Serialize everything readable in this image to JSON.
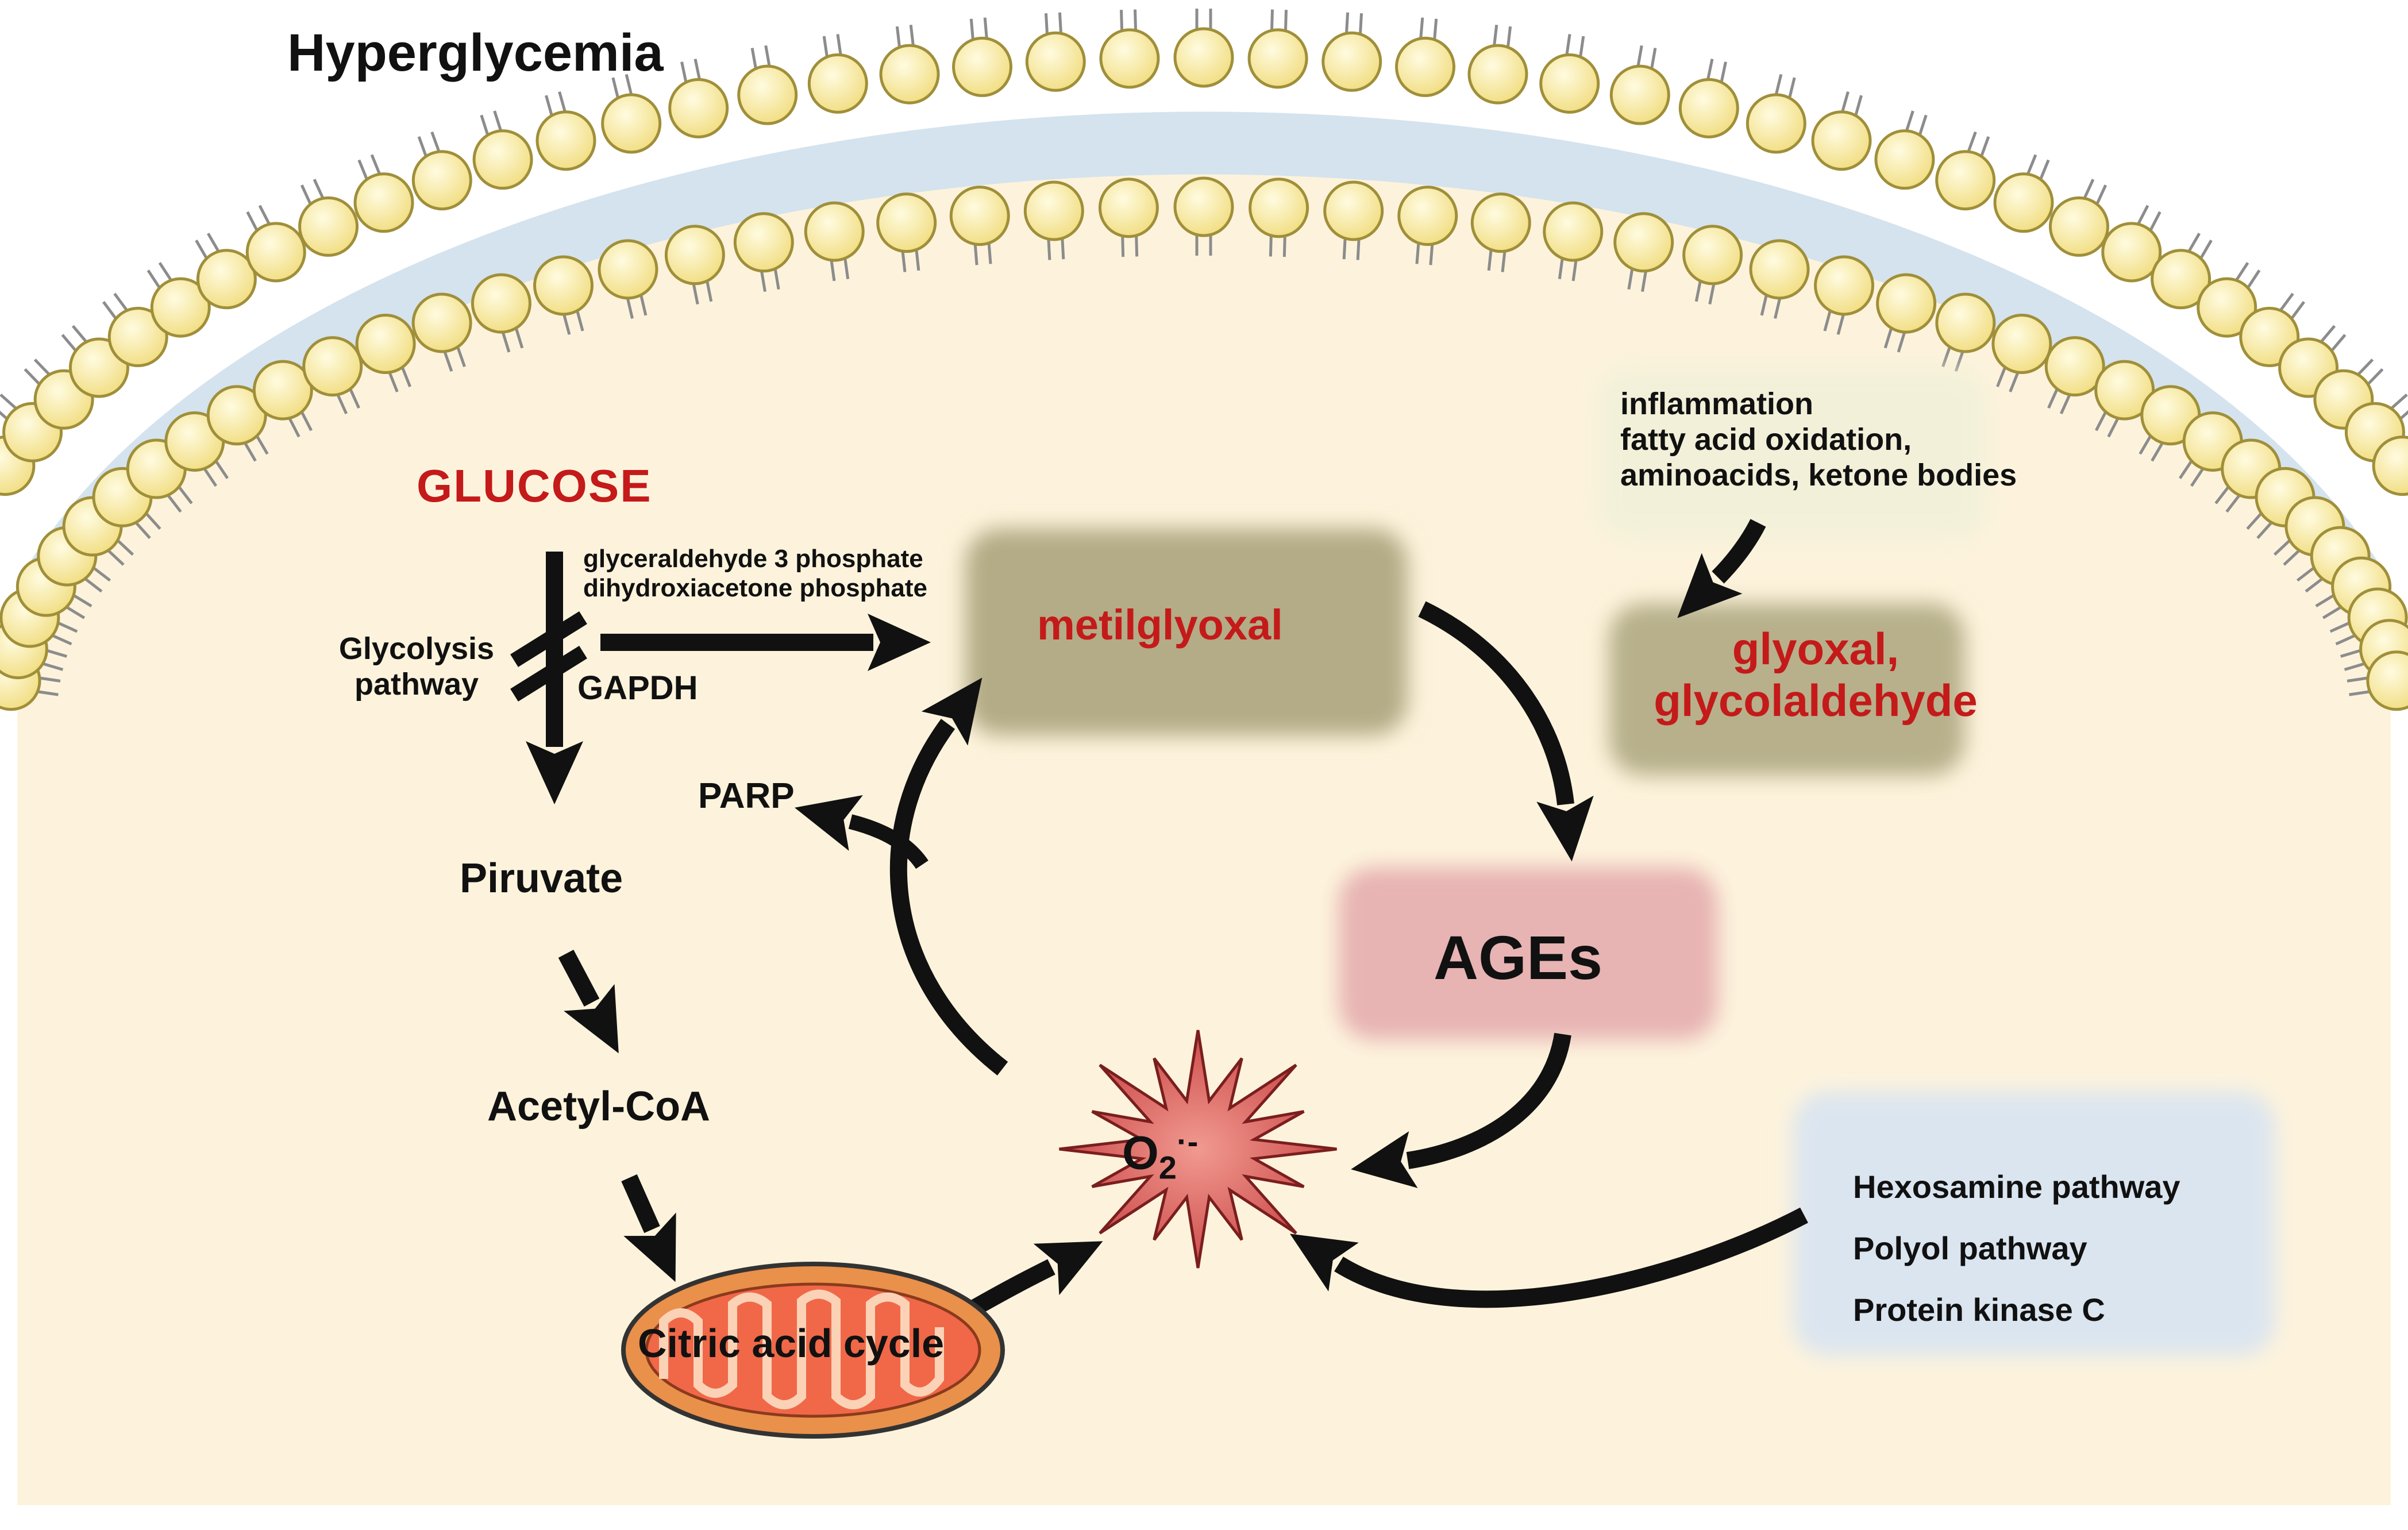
{
  "title": "Hyperglycemia",
  "glucose": "GLUCOSE",
  "glycolysis": [
    "Glycolysis",
    "pathway"
  ],
  "triose": [
    "glyceraldehyde 3 phosphate",
    "dihydroxiacetone phosphate"
  ],
  "gapdh": "GAPDH",
  "metilglyoxal": "metilglyoxal",
  "sources": [
    "inflammation",
    "fatty acid oxidation,",
    "aminoacids, ketone bodies"
  ],
  "glyoxal": [
    "glyoxal,",
    "glycolaldehyde"
  ],
  "parp": "PARP",
  "piruvate": "Piruvate",
  "acetyl": "Acetyl-CoA",
  "ages": "AGEs",
  "superoxide": {
    "base": "O",
    "sub": "2",
    "sup": "·-"
  },
  "citric": "Citric acid cycle",
  "pathways": [
    "Hexosamine pathway",
    "Polyol pathway",
    "Protein kinase C"
  ],
  "colors": {
    "cytoplasm": "#fdf3dc",
    "membrane_band": "#d4e3ee",
    "lipid_head": "#f6e89a",
    "lipid_head_stroke": "#a08f3a",
    "highlight_olive": "#b3ac86",
    "highlight_pink": "#e7b3b3",
    "highlight_blue": "#dbe5f0",
    "red_text": "#c41a1a",
    "star": "#d95c5c",
    "mito_outer": "#e9904a",
    "mito_inner": "#f06848"
  }
}
